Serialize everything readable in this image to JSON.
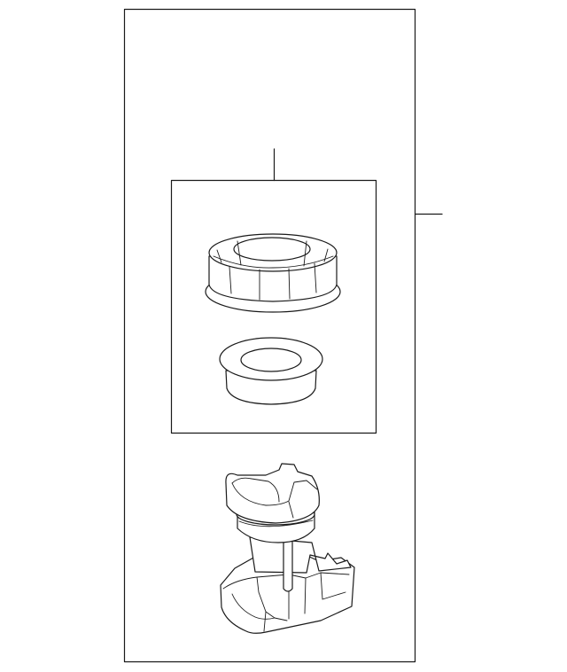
{
  "diagram": {
    "type": "parts-exploded-view",
    "outer_frame": {},
    "callout_lines": [
      {
        "target": "seal-kit-group",
        "direction": "up"
      },
      {
        "target": "assembly",
        "direction": "right"
      }
    ],
    "components": [
      {
        "name": "valve-cap"
      },
      {
        "name": "grommet"
      },
      {
        "name": "tpms-sensor-valve"
      }
    ],
    "colors": {
      "line": "#1a1a1a",
      "background": "#ffffff"
    }
  }
}
